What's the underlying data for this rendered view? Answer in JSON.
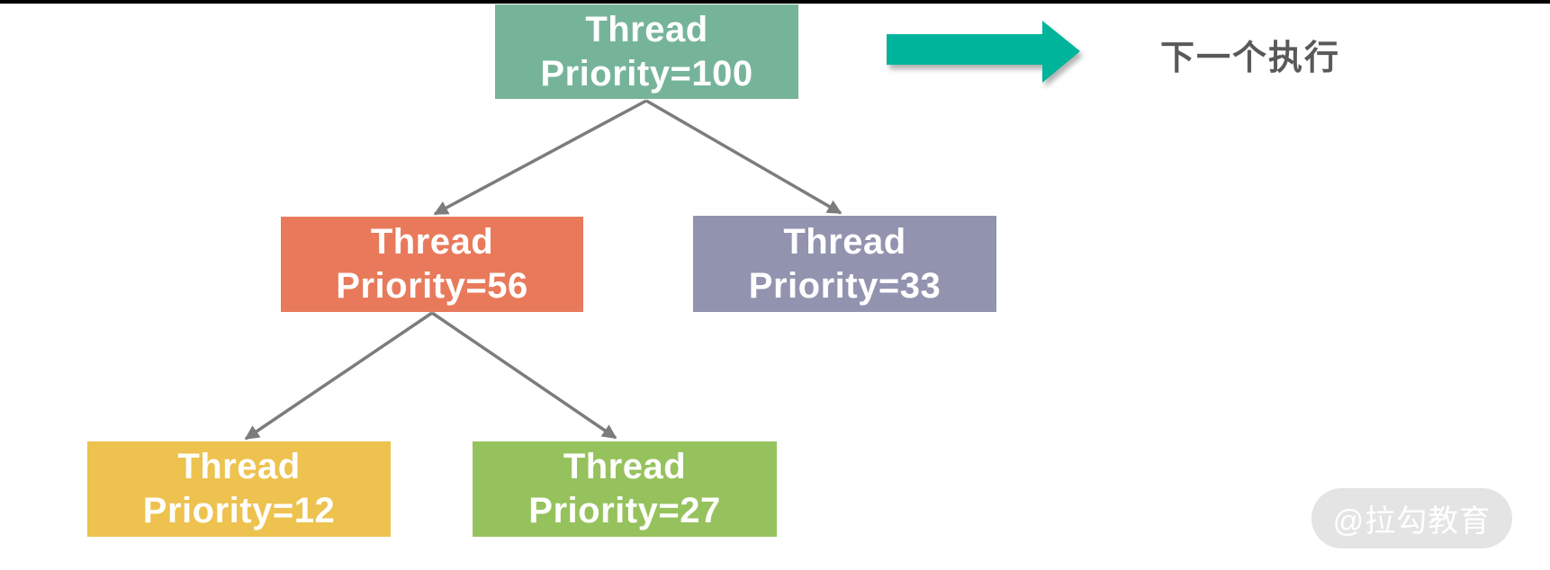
{
  "page": {
    "top_bar_color": "#000000",
    "background_color": "#ffffff"
  },
  "tree": {
    "connector_color": "#7c7c7c",
    "node_text_color": "#ffffff",
    "nodes": [
      {
        "id": "root",
        "line1": "Thread",
        "line2": "Priority=100",
        "color": "#76b49a"
      },
      {
        "id": "left",
        "line1": "Thread",
        "line2": "Priority=56",
        "color": "#e87a5b"
      },
      {
        "id": "right",
        "line1": "Thread",
        "line2": "Priority=33",
        "color": "#9193af"
      },
      {
        "id": "left-left",
        "line1": "Thread",
        "line2": "Priority=12",
        "color": "#edc24e"
      },
      {
        "id": "left-right",
        "line1": "Thread",
        "line2": "Priority=27",
        "color": "#96c25d"
      }
    ]
  },
  "legend": {
    "arrow_color": "#00b49b",
    "label": "下一个执行",
    "label_color": "#595959"
  },
  "watermark": {
    "text": "@拉勾教育",
    "bg_color": "#e4e4e4",
    "text_color": "#ffffff"
  }
}
